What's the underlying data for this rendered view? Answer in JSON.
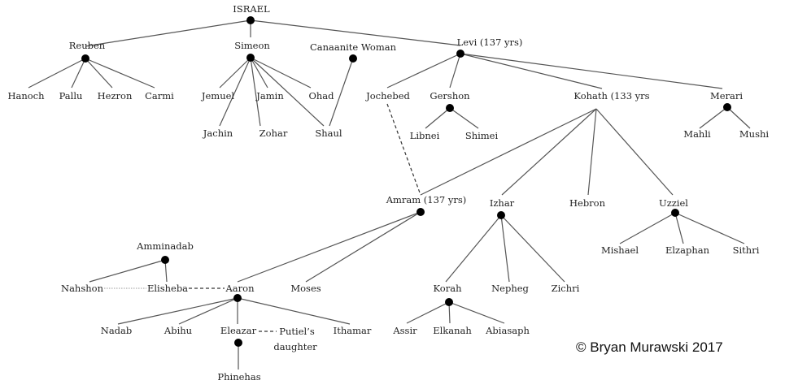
{
  "diagram": {
    "copyright": "© Bryan Murawski 2017",
    "people": {
      "israel": "ISRAEL",
      "reuben": "Reuben",
      "simeon": "Simeon",
      "canaanite_woman": "Canaanite Woman",
      "levi": "Levi (137 yrs)",
      "hanoch": "Hanoch",
      "pallu": "Pallu",
      "hezron": "Hezron",
      "carmi": "Carmi",
      "jemuel": "Jemuel",
      "jamin": "Jamin",
      "ohad": "Ohad",
      "jachin": "Jachin",
      "zohar": "Zohar",
      "shaul": "Shaul",
      "jochebed": "Jochebed",
      "gershon": "Gershon",
      "kohath": "Kohath (133 yrs",
      "merari": "Merari",
      "libnei": "Libnei",
      "shimei": "Shimei",
      "mahli": "Mahli",
      "mushi": "Mushi",
      "amram": "Amram (137 yrs)",
      "izhar": "Izhar",
      "hebron": "Hebron",
      "uzziel": "Uzziel",
      "mishael": "Mishael",
      "elzaphan": "Elzaphan",
      "sithri": "Sithri",
      "amminadab": "Amminadab",
      "nahshon": "Nahshon",
      "elisheba": "Elisheba",
      "aaron": "Aaron",
      "moses": "Moses",
      "korah": "Korah",
      "nepheg": "Nepheg",
      "zichri": "Zichri",
      "assir": "Assir",
      "elkanah": "Elkanah",
      "abiasaph": "Abiasaph",
      "nadab": "Nadab",
      "abihu": "Abihu",
      "eleazar": "Eleazar",
      "putiels_daughter_line1": "Putiel’s",
      "putiels_daughter_line2": "daughter",
      "ithamar": "Ithamar",
      "phinehas": "Phinehas"
    }
  }
}
